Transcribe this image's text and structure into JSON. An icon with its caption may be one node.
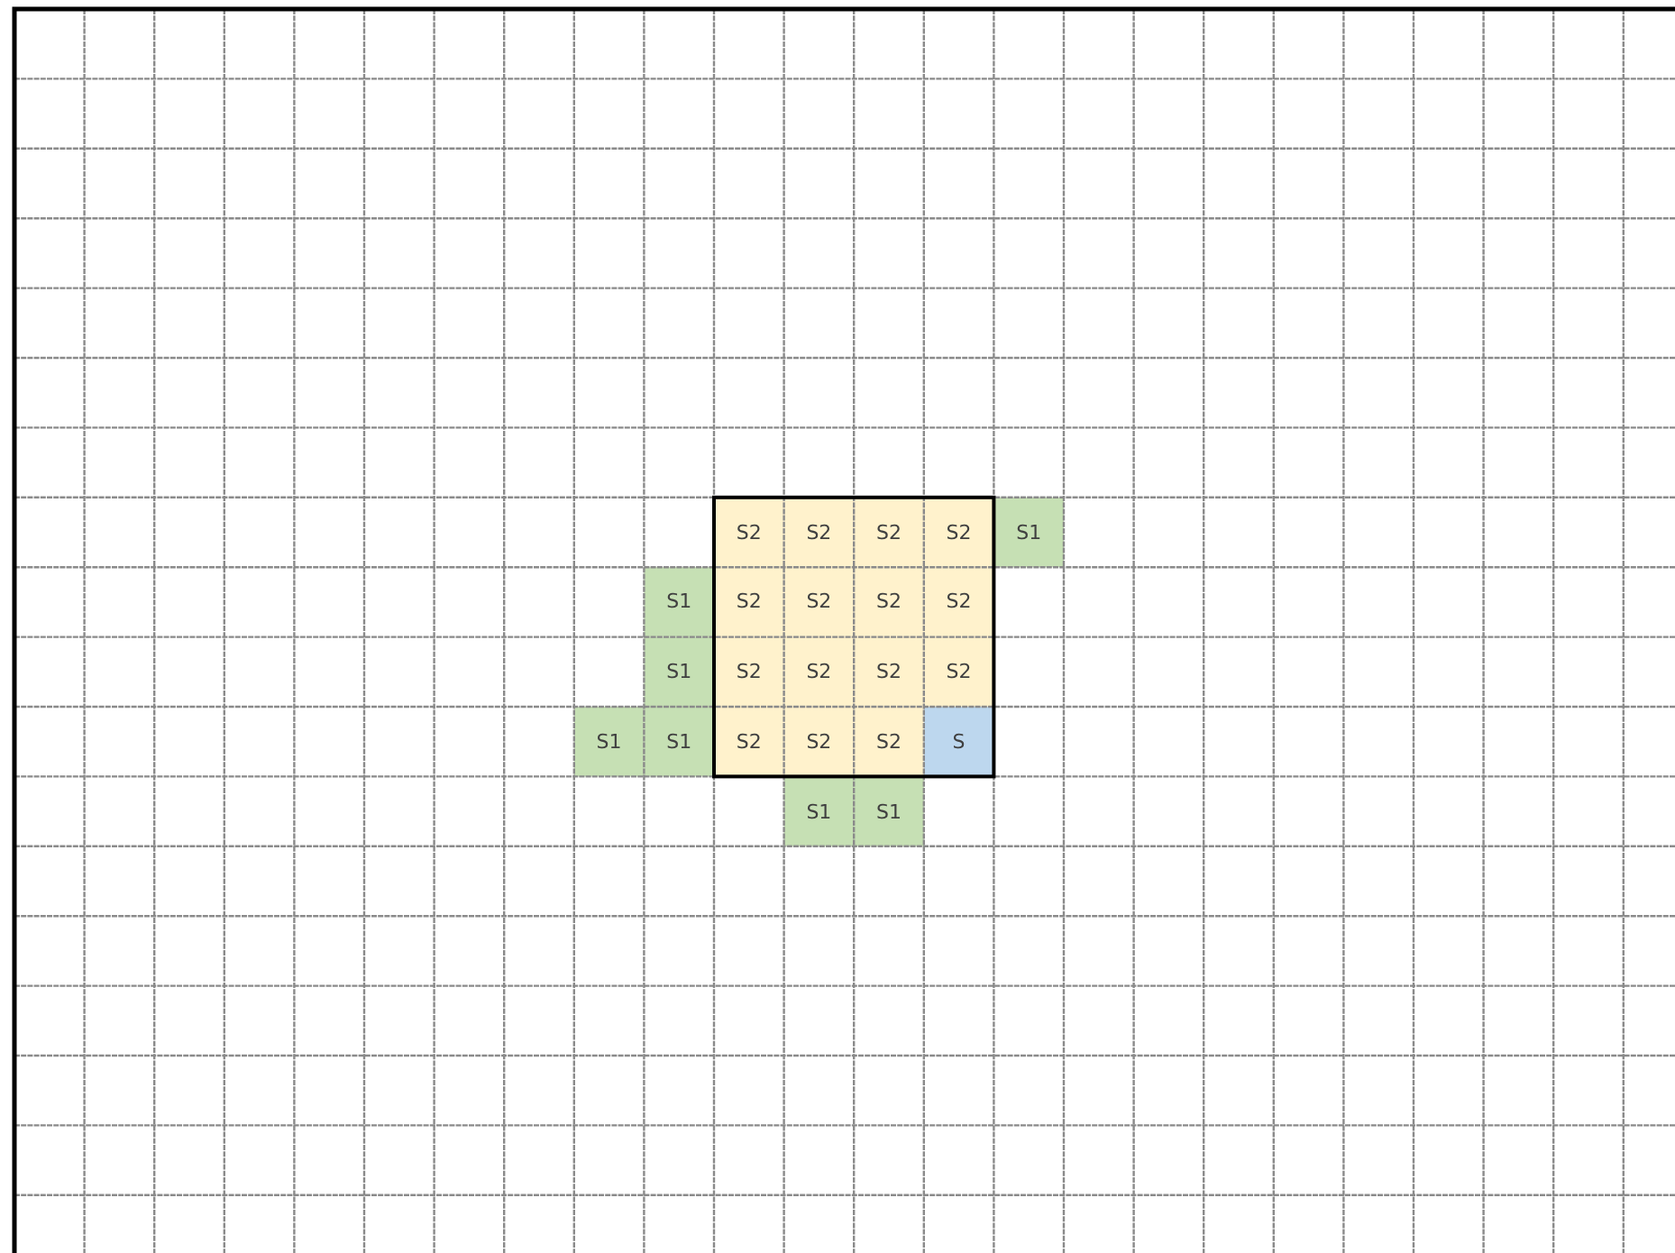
{
  "diagram": {
    "labels": [
      "S2",
      "S2",
      "S2",
      "S2",
      "S1",
      "S1",
      "S2",
      "S2",
      "S2",
      "S2",
      "S1",
      "S2",
      "S2",
      "S2",
      "S2",
      "S1",
      "S1",
      "S2",
      "S2",
      "S2",
      "S",
      "S1",
      "S1"
    ]
  }
}
